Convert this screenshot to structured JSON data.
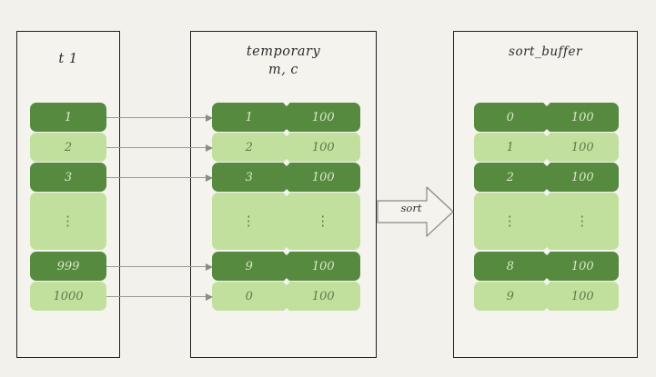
{
  "canvas": {
    "background": "#f2f1ec",
    "panel_fill": "#f4f3ee",
    "panel_border": "#231f20",
    "dark_green": "#568a3f",
    "light_green": "#c2e09d",
    "connector": "#9a9a93"
  },
  "panels": {
    "t1": {
      "title": "t 1",
      "rows": [
        {
          "key": "1",
          "shade": "dark"
        },
        {
          "key": "2",
          "shade": "light"
        },
        {
          "key": "3",
          "shade": "dark"
        },
        {
          "key": "⋮",
          "shade": "light",
          "ellipsis": true
        },
        {
          "key": "999",
          "shade": "dark"
        },
        {
          "key": "1000",
          "shade": "light"
        }
      ]
    },
    "temporary": {
      "title": "temporary\nm, c",
      "rows": [
        {
          "key": "1",
          "value": "100",
          "shade": "dark"
        },
        {
          "key": "2",
          "value": "100",
          "shade": "light"
        },
        {
          "key": "3",
          "value": "100",
          "shade": "dark"
        },
        {
          "key": "⋮",
          "value": "⋮",
          "shade": "light",
          "ellipsis": true
        },
        {
          "key": "9",
          "value": "100",
          "shade": "dark"
        },
        {
          "key": "0",
          "value": "100",
          "shade": "light"
        }
      ]
    },
    "sort_buffer": {
      "title": "sort_buffer",
      "rows": [
        {
          "key": "0",
          "value": "100",
          "shade": "dark"
        },
        {
          "key": "1",
          "value": "100",
          "shade": "light"
        },
        {
          "key": "2",
          "value": "100",
          "shade": "dark"
        },
        {
          "key": "⋮",
          "value": "⋮",
          "shade": "light",
          "ellipsis": true
        },
        {
          "key": "8",
          "value": "100",
          "shade": "dark"
        },
        {
          "key": "9",
          "value": "100",
          "shade": "light"
        }
      ]
    }
  },
  "sort_arrow": {
    "label": "sort"
  },
  "connectors": [
    {
      "from_row": 0,
      "to_row": 0
    },
    {
      "from_row": 1,
      "to_row": 1
    },
    {
      "from_row": 2,
      "to_row": 2
    },
    {
      "from_row": 4,
      "to_row": 4
    },
    {
      "from_row": 5,
      "to_row": 5
    }
  ]
}
